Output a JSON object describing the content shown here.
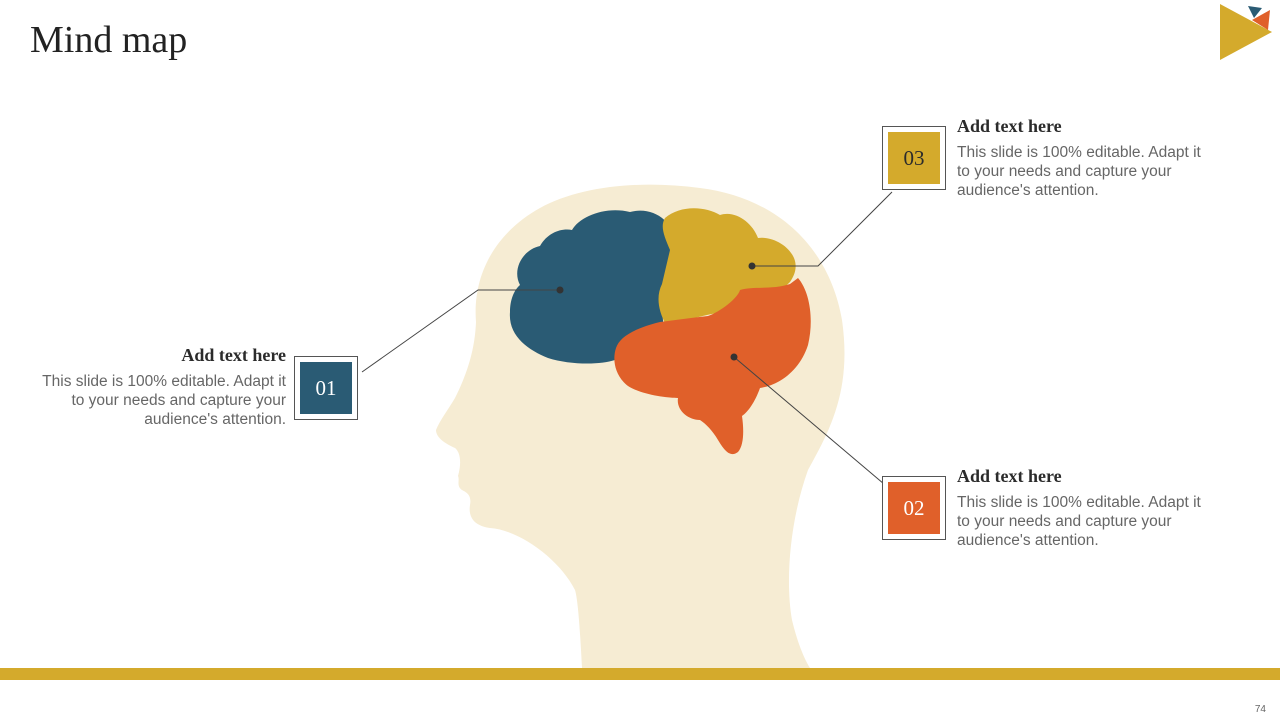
{
  "title": "Mind map",
  "colors": {
    "blue": "#2A5B74",
    "gold": "#D4AA2C",
    "orange": "#E0602A",
    "head": "#F6ECD3"
  },
  "items": [
    {
      "number": "01",
      "heading": "Add text here",
      "body": "This slide is 100% editable. Adapt it to your needs and capture your audience's attention."
    },
    {
      "number": "02",
      "heading": "Add text here",
      "body": "This slide is 100% editable. Adapt it to your needs and capture your audience's attention."
    },
    {
      "number": "03",
      "heading": "Add text here",
      "body": "This slide is 100% editable. Adapt it to your needs and capture your audience's attention."
    }
  ],
  "page_number": "74"
}
